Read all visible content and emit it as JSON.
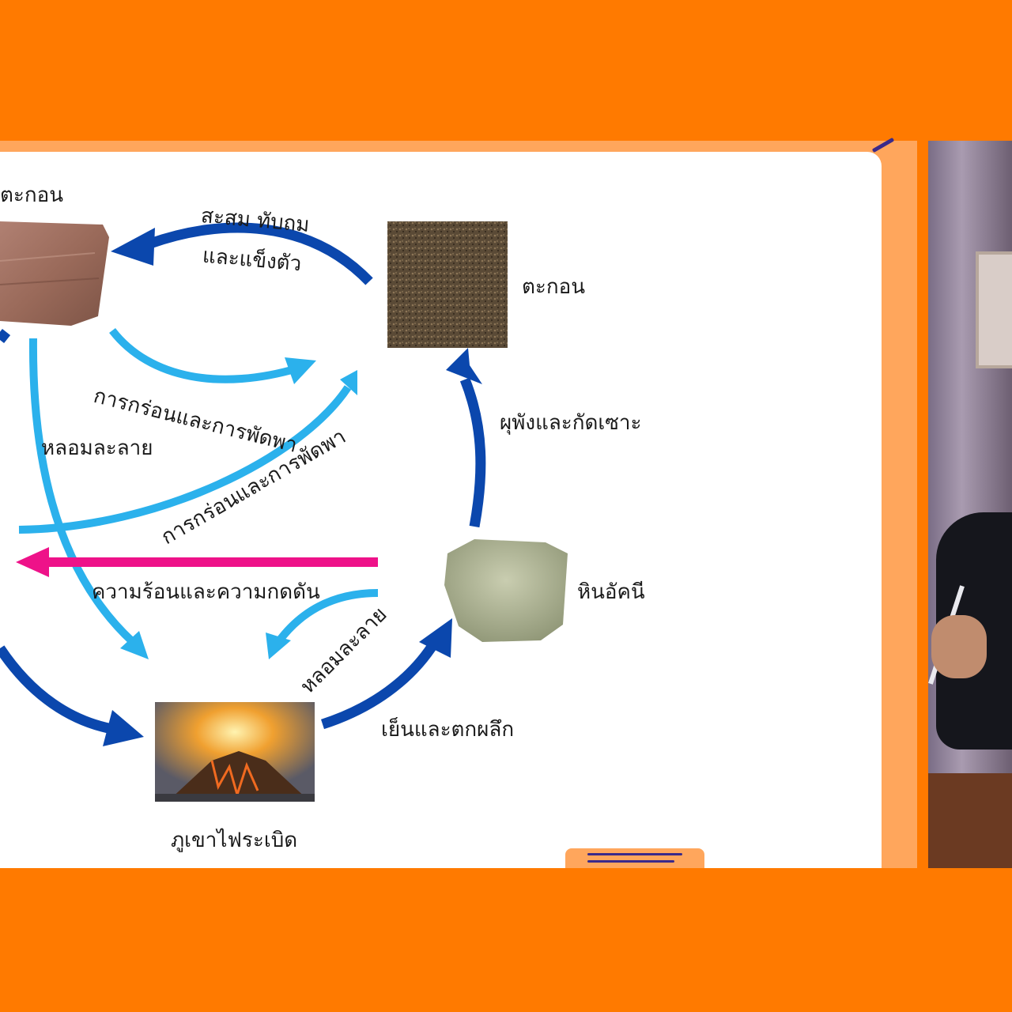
{
  "labels": {
    "sedimentary_partial": "ตะกอน",
    "deposit_line1": "สะสม ทับถม",
    "deposit_line2": "และแข็งตัว",
    "sediment": "ตะกอน",
    "erosion_1": "การกร่อนและการพัดพา",
    "melt_1": "หลอมละลาย",
    "weathering": "ผุพังและกัดเซาะ",
    "erosion_2": "การกร่อนและการพัดพา",
    "heat_pressure": "ความร้อนและความกดดัน",
    "igneous": "หินอัคนี",
    "melt_2": "หลอมละลาย",
    "cool": "เย็นและตกผลึก",
    "volcano": "ภูเขาไฟระเบิด"
  },
  "colors": {
    "brand_orange": "#ff7a00",
    "border_orange": "#ffa65c",
    "dark_blue_arrow": "#0b47ad",
    "light_blue_arrow": "#2bb1ec",
    "magenta_arrow": "#ee1289"
  }
}
